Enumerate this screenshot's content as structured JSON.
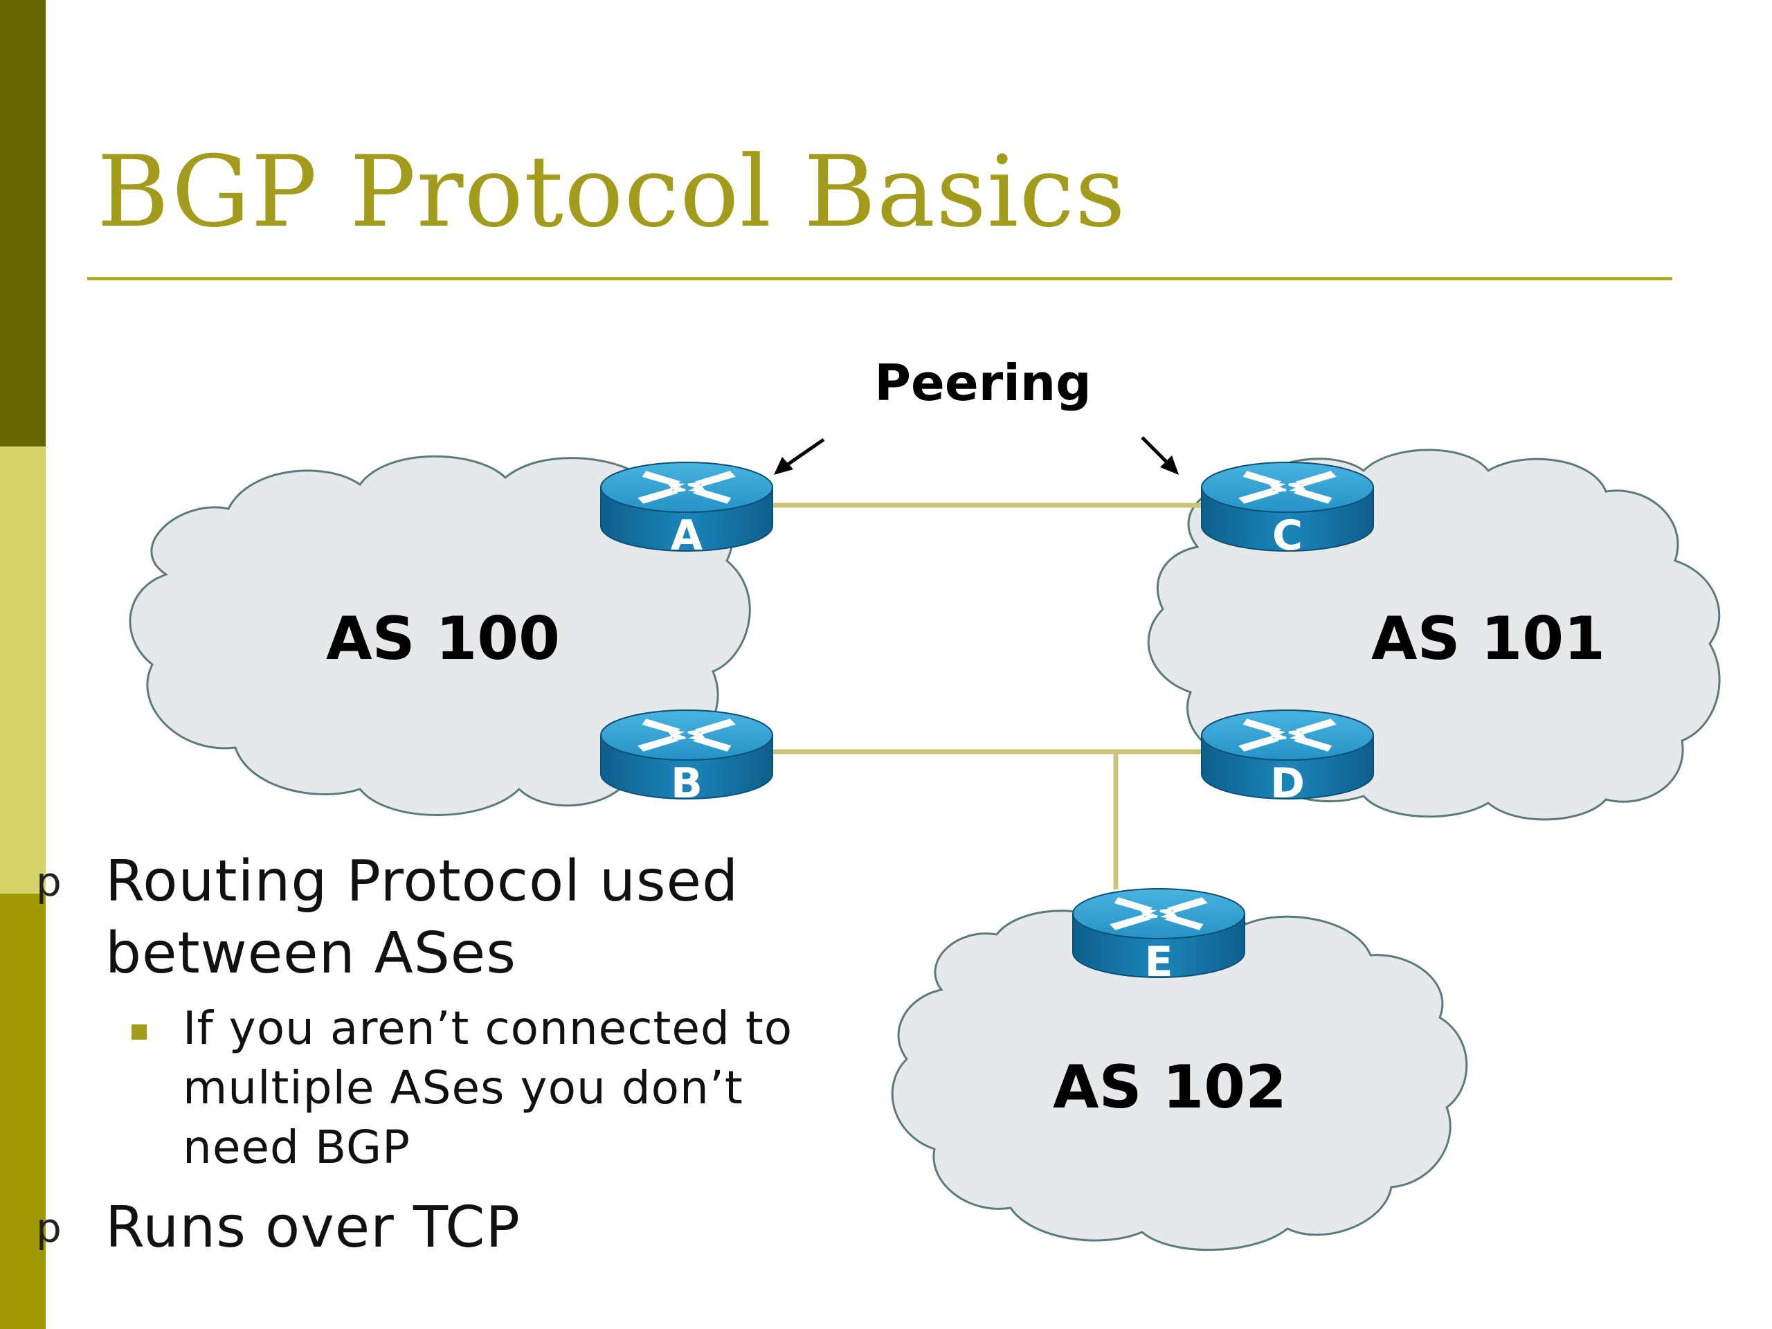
{
  "slide": {
    "title": "BGP Protocol Basics"
  },
  "diagram": {
    "peering_label": "Peering",
    "clouds": [
      {
        "id": "as100",
        "label": "AS 100"
      },
      {
        "id": "as101",
        "label": "AS 101"
      },
      {
        "id": "as102",
        "label": "AS 102"
      }
    ],
    "routers": [
      {
        "id": "A",
        "label": "A"
      },
      {
        "id": "B",
        "label": "B"
      },
      {
        "id": "C",
        "label": "C"
      },
      {
        "id": "D",
        "label": "D"
      },
      {
        "id": "E",
        "label": "E"
      }
    ],
    "links": [
      {
        "from": "A",
        "to": "C"
      },
      {
        "from": "B",
        "to": "D"
      },
      {
        "from": "B-D",
        "to": "E"
      }
    ]
  },
  "bullets": {
    "b1_marker": "p",
    "b1": "Routing Protocol used between ASes",
    "b2": "If you aren’t connected to multiple ASes you don’t need BGP",
    "b3_marker": "p",
    "b3": "Runs over TCP"
  },
  "colors": {
    "accent": "#a39b1b",
    "bar_dark": "#666600",
    "bar_light": "#d4d36a",
    "bar_mid": "#9e9a00",
    "cloud_fill": "#e6e9ea",
    "router_blue": "#1d86b7"
  }
}
